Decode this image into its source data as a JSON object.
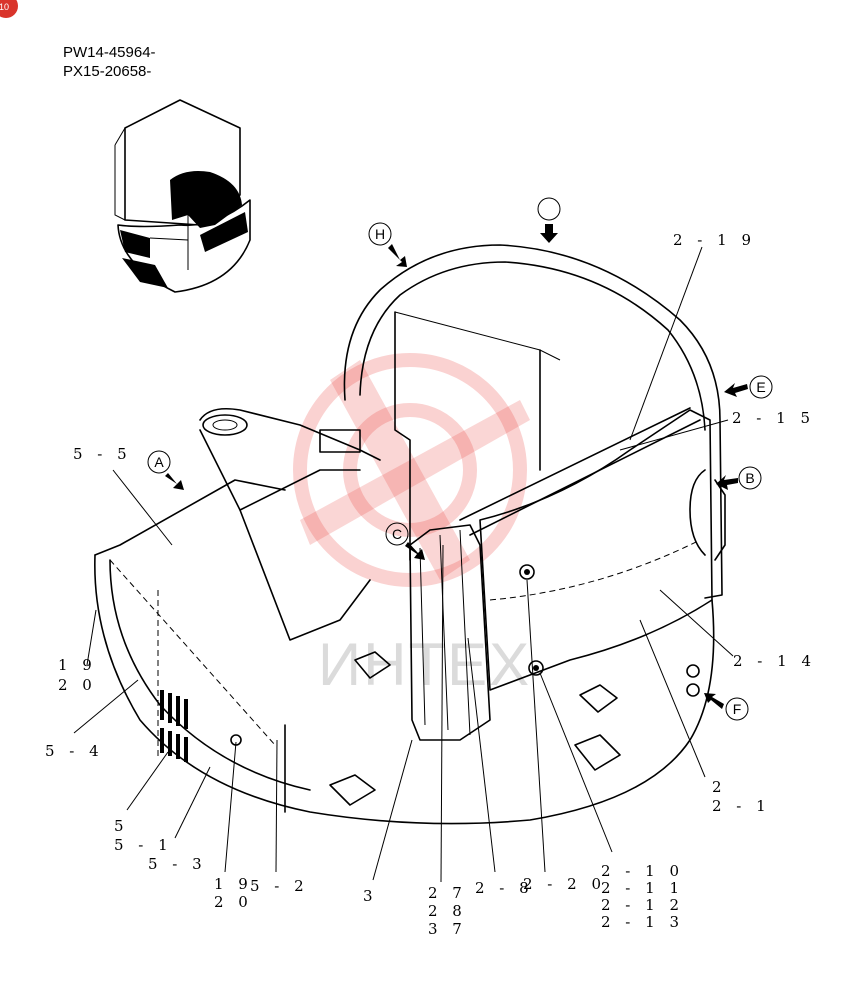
{
  "page_badge": "10",
  "serials": [
    "PW14-45964-",
    "PX15-20658-"
  ],
  "watermark_text": "ИНТЕХ",
  "view_markers": [
    "H",
    "",
    "E",
    "B",
    "A",
    "C",
    "F"
  ],
  "callouts": [
    {
      "id": "c-2-19",
      "lines": [
        "2 - 1 9"
      ]
    },
    {
      "id": "c-2-15",
      "lines": [
        "2 - 1 5"
      ]
    },
    {
      "id": "c-5-5",
      "lines": [
        "5 - 5"
      ]
    },
    {
      "id": "c-2-14",
      "lines": [
        "2 - 1 4"
      ]
    },
    {
      "id": "c-19-20-left",
      "lines": [
        "1 9",
        "2 0"
      ]
    },
    {
      "id": "c-5-4",
      "lines": [
        "5 - 4"
      ]
    },
    {
      "id": "c-2-group",
      "lines": [
        "2",
        "2 - 1"
      ]
    },
    {
      "id": "c-5-group",
      "lines": [
        "5",
        "5 - 1"
      ]
    },
    {
      "id": "c-5-3",
      "lines": [
        "5 - 3"
      ]
    },
    {
      "id": "c-2-10-group",
      "lines": [
        "2 - 1 0",
        "2 - 1 1",
        "2 - 1 2",
        "2 - 1 3"
      ]
    },
    {
      "id": "c-19-20-bottom",
      "lines": [
        "1 9",
        "2 0"
      ]
    },
    {
      "id": "c-5-2",
      "lines": [
        "5 - 2"
      ]
    },
    {
      "id": "c-3",
      "lines": [
        "3"
      ]
    },
    {
      "id": "c-27-group",
      "lines": [
        "2 7",
        "2 8",
        "3 7"
      ]
    },
    {
      "id": "c-2-8",
      "lines": [
        "2 - 8"
      ]
    },
    {
      "id": "c-2-20",
      "lines": [
        "2 - 2 0"
      ]
    }
  ]
}
